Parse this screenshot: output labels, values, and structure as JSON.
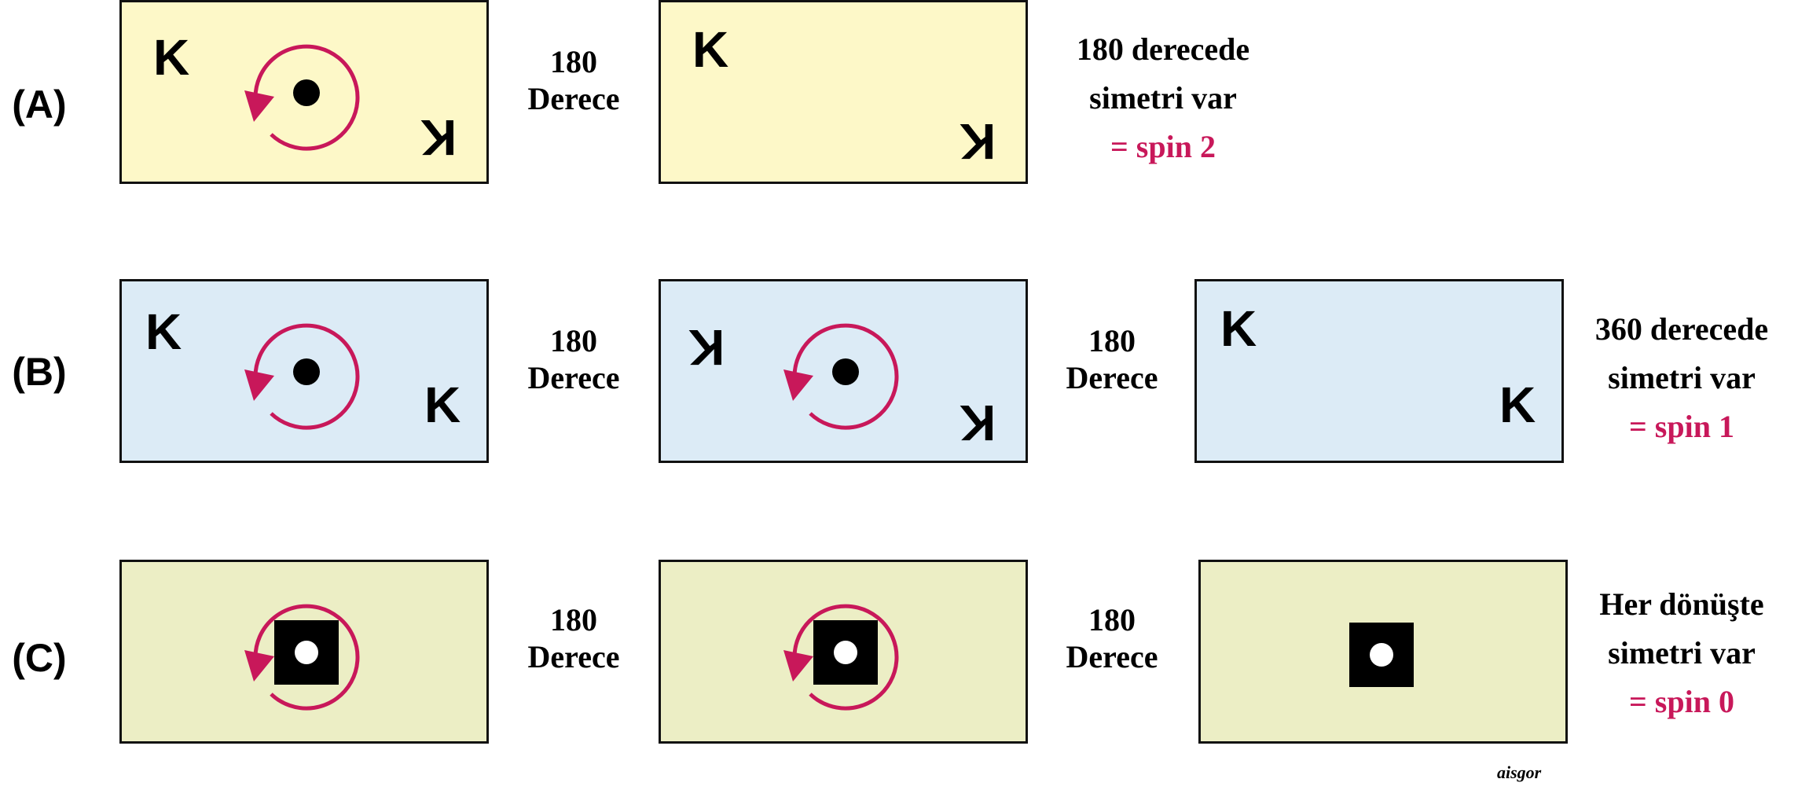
{
  "rows": [
    {
      "label": "(A)",
      "steps": [
        {
          "line1": "180",
          "line2": "Derece"
        }
      ],
      "result": {
        "line1": "180 derecede",
        "line2": "simetri var",
        "spin": "= spin 2"
      }
    },
    {
      "label": "(B)",
      "steps": [
        {
          "line1": "180",
          "line2": "Derece"
        },
        {
          "line1": "180",
          "line2": "Derece"
        }
      ],
      "result": {
        "line1": "360 derecede",
        "line2": "simetri var",
        "spin": "= spin 1"
      }
    },
    {
      "label": "(C)",
      "steps": [
        {
          "line1": "180",
          "line2": "Derece"
        },
        {
          "line1": "180",
          "line2": "Derece"
        }
      ],
      "result": {
        "line1": "Her dönüşte",
        "line2": "simetri var",
        "spin": "= spin 0"
      }
    }
  ],
  "card_letter": "K",
  "signature": "aisgor",
  "colors": {
    "row_a_fill": "#fdf8c8",
    "row_b_fill": "#dcebf6",
    "row_c_fill": "#eceec5",
    "arrow": "#c8185a",
    "spin_text": "#c8185a",
    "border": "#111111"
  },
  "icons": {
    "rotation_arrow": "circular-arrow-icon",
    "axis_dot": "black-dot-icon",
    "square_with_hole": "square-with-white-dot-icon"
  }
}
